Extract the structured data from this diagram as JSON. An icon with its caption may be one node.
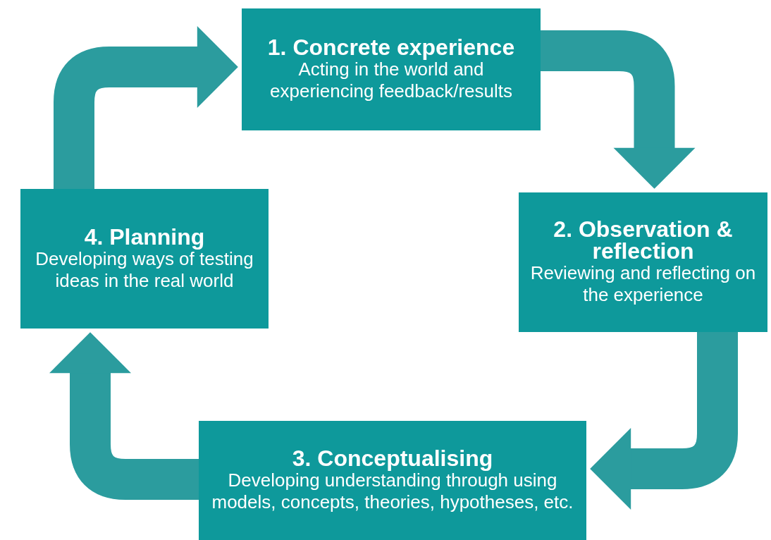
{
  "diagram": {
    "nodes": [
      {
        "text": [
          "1. Concrete experience",
          "Acting in the world and experiencing feedback/results"
        ]
      },
      {
        "text": [
          "2. Observation & reflection",
          "Reviewing and reflecting on the experience"
        ]
      },
      {
        "text": [
          "3. Conceptualising",
          "Developing understanding through using models, concepts, theories, hypotheses, etc."
        ]
      },
      {
        "text": [
          "4. Planning",
          "Developing ways of testing ideas in the real world"
        ]
      }
    ],
    "edges": [
      {
        "from": 0,
        "to": 1,
        "arrow": "to"
      },
      {
        "from": 1,
        "to": 2,
        "arrow": "to"
      },
      {
        "from": 2,
        "to": 3,
        "arrow": "to"
      },
      {
        "from": 3,
        "to": 0,
        "arrow": "to"
      }
    ]
  }
}
